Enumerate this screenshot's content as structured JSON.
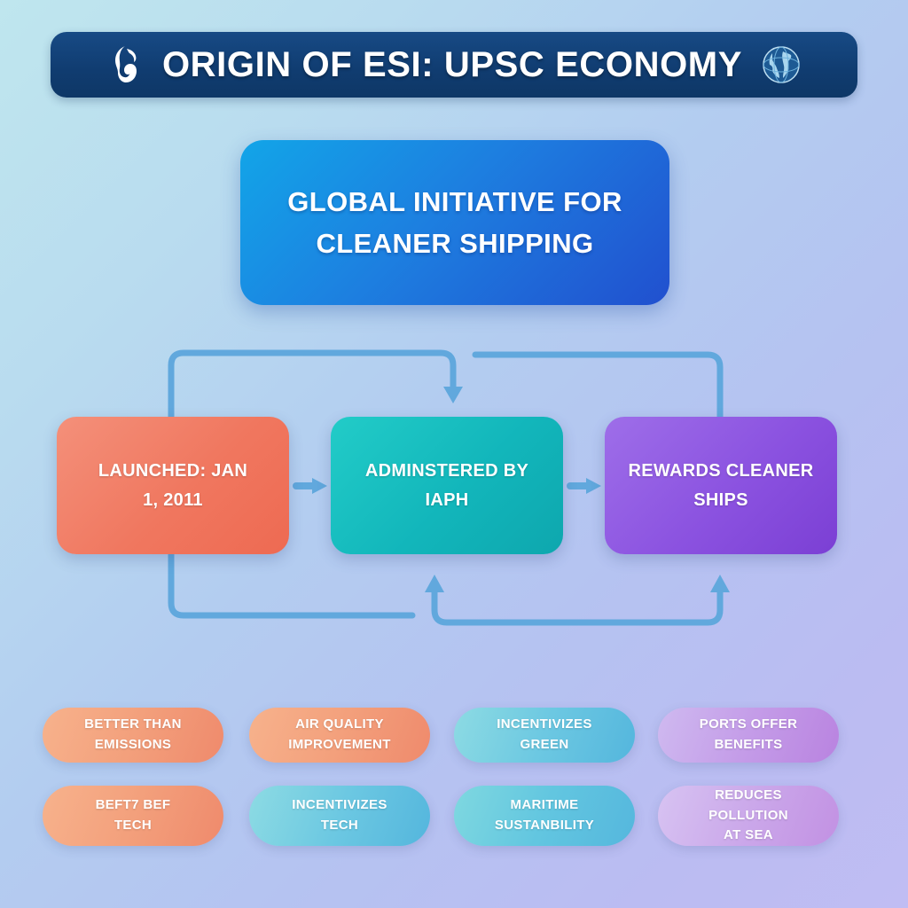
{
  "header": {
    "title": "ORIGIN OF ESI: UPSC ECONOMY",
    "left_icon": "ship-icon",
    "right_icon": "globe-icon",
    "background_color": "#133f75"
  },
  "hero": {
    "line1": "GLOBAL INITIATIVE FOR",
    "line2": "CLEANER SHIPPING",
    "gradient_from": "#12a5e8",
    "gradient_to": "#2150cf"
  },
  "flow": {
    "steps": [
      {
        "line1": "LAUNCHED: JAN",
        "line2": "1, 2011",
        "color": "#f0775f"
      },
      {
        "line1": "ADMINSTERED BY",
        "line2": "IAPH",
        "color": "#12b6bb"
      },
      {
        "line1": "REWARDS CLEANER",
        "line2": "SHIPS",
        "color": "#8b52e0"
      }
    ],
    "arrow_color": "#61a8dd"
  },
  "pills": {
    "row1": [
      {
        "line1": "BETTER THAN",
        "line2": "EMISSIONS",
        "line3": "",
        "color": "#f3a07c"
      },
      {
        "line1": "AIR QUALITY",
        "line2": "IMPROVEMENT",
        "line3": "",
        "color": "#f3a07c"
      },
      {
        "line1": "INCENTIVIZES",
        "line2": "GREEN",
        "line3": "",
        "color": "#6cc8e2"
      },
      {
        "line1": "PORTS OFFER",
        "line2": "BENEFITS",
        "line3": "",
        "color": "#c49ce8"
      }
    ],
    "row2": [
      {
        "line1": "BEFT7 BEF",
        "line2": "TECH",
        "line3": "",
        "color": "#f3a07c"
      },
      {
        "line1": "INCENTIVIZES",
        "line2": "TECH",
        "line3": "",
        "color": "#6cc8e2"
      },
      {
        "line1": "MARITIME",
        "line2": "SUSTANBILITY",
        "line3": "",
        "color": "#62c6e0"
      },
      {
        "line1": "REDUCES",
        "line2": "POLLUTION",
        "line3": "AT SEA",
        "color": "#cba8ea"
      }
    ]
  },
  "background": {
    "from": "#bfe6ee",
    "to": "#c0bdf3"
  }
}
